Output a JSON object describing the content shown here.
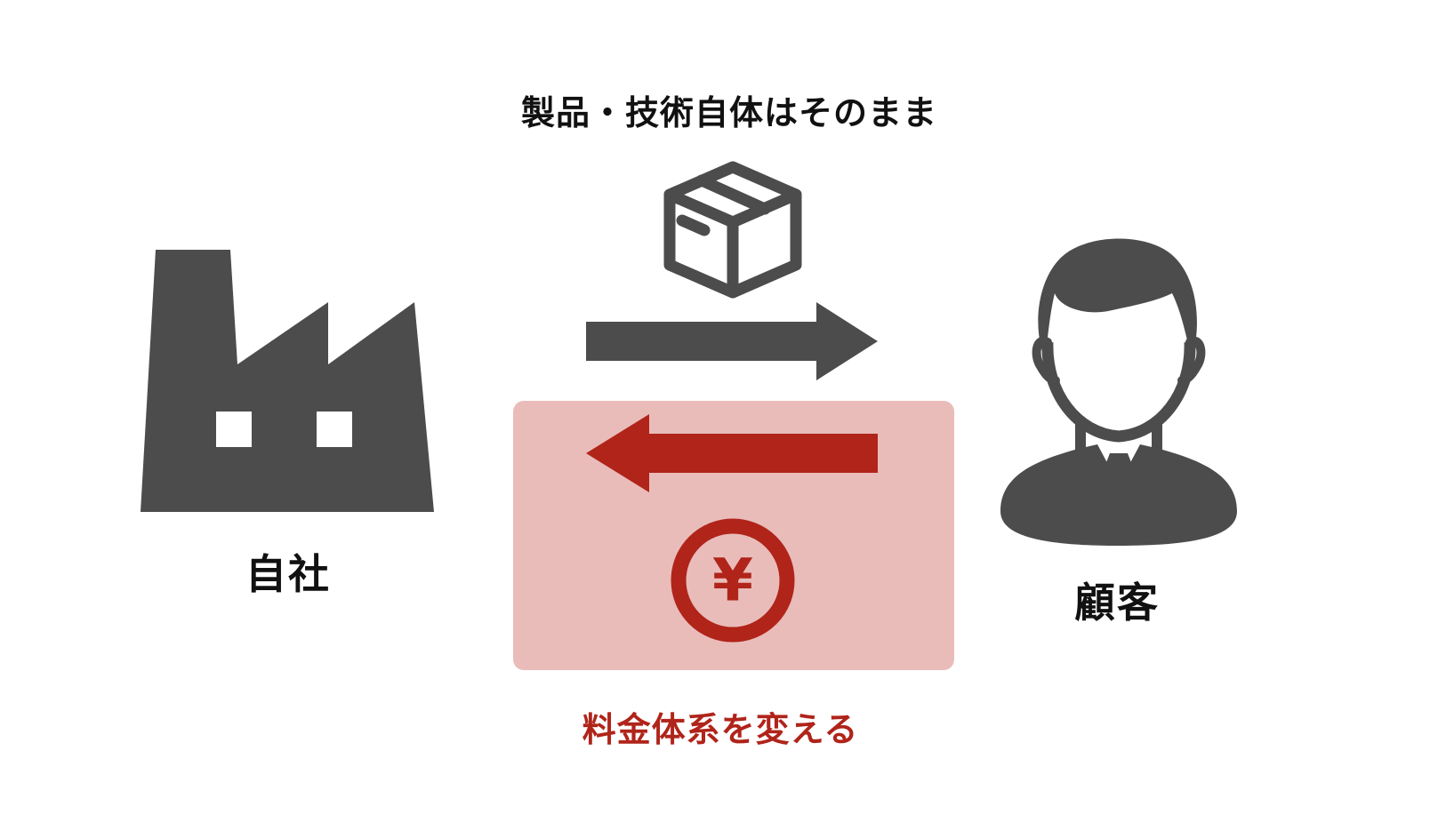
{
  "labels": {
    "top": "製品・技術自体はそのまま",
    "company": "自社",
    "customer": "顧客",
    "pricing": "料金体系を変える"
  },
  "icons": {
    "factory": "factory-icon",
    "product": "box-icon",
    "customer": "businessman-icon",
    "currency": "yen-coin-icon",
    "forward_arrow": "arrow-right-icon",
    "return_arrow": "arrow-left-icon"
  },
  "currency_symbol": "¥",
  "colors": {
    "dark": "#4c4c4c",
    "accent": "#b0241a",
    "panel": "#e9bcba",
    "text": "#111111"
  }
}
